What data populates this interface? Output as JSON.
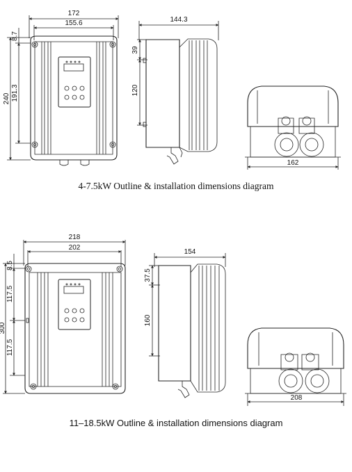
{
  "diagram_top": {
    "caption": "4-7.5kW Outline & installation dimensions diagram",
    "front_width_outer": "172",
    "front_width_inner": "155.6",
    "front_height_outer": "240",
    "front_height_inner": "191.3",
    "front_top_offset": "8.7",
    "side_depth": "144.3",
    "side_top_offset": "39",
    "side_height": "120",
    "bottom_width": "162"
  },
  "diagram_bottom": {
    "caption": "11–18.5kW Outline & installation dimensions diagram",
    "front_width_outer": "218",
    "front_width_inner": "202",
    "front_height_outer": "300",
    "front_top_offset": "8.5",
    "front_segment_upper": "117.5",
    "front_segment_lower": "117.5",
    "side_depth": "154",
    "side_top_offset": "37.5",
    "side_height": "160",
    "bottom_width": "208"
  },
  "colors": {
    "line": "#222222",
    "background": "#ffffff"
  }
}
